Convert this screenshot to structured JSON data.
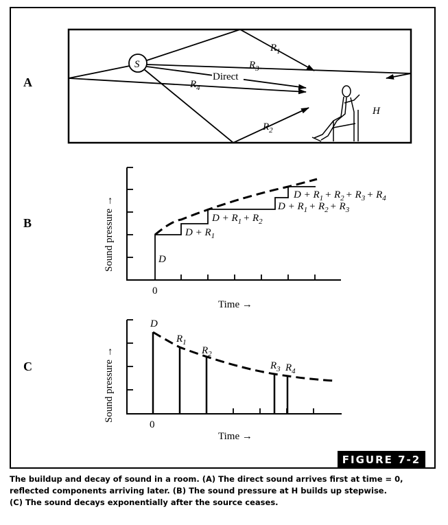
{
  "figure": {
    "badge": "FIGURE 7-2",
    "caption": {
      "line1": "The buildup and decay of sound in a room. (A) The direct sound arrives first at time = 0,",
      "line2": "reflected components arriving later. (B) The sound pressure at H builds up stepwise.",
      "line3": "(C) The sound decays exponentially after the source ceases."
    }
  },
  "panel_a": {
    "letter": "A",
    "source": "S",
    "listener": "H",
    "direct": "Direct",
    "r1": "R",
    "r1_sub": "1",
    "r2": "R",
    "r2_sub": "2",
    "r3": "R",
    "r3_sub": "3",
    "r4": "R",
    "r4_sub": "4"
  },
  "panel_b": {
    "letter": "B",
    "ylabel": "Sound pressure →",
    "xlabel": "Time →",
    "origin": "0",
    "step0": "D",
    "step1": "D + R",
    "step1_sub": "1",
    "step2_a": "D + R",
    "step2_s1": "1",
    "step2_b": "+ R",
    "step2_s2": "2",
    "step3_a": "D + R",
    "step3_s1": "1",
    "step3_b": "+ R",
    "step3_s2": "2",
    "step3_c": "+ R",
    "step3_s3": "3",
    "step4_a": "D + R",
    "step4_s1": "1",
    "step4_b": "+ R",
    "step4_s2": "2",
    "step4_c": "+ R",
    "step4_s3": "3",
    "step4_d": "+ R",
    "step4_s4": "4"
  },
  "panel_c": {
    "letter": "C",
    "ylabel": "Sound pressure →",
    "xlabel": "Time →",
    "origin": "0",
    "d": "D",
    "r1": "R",
    "r1_sub": "1",
    "r2": "R",
    "r2_sub": "2",
    "r3": "R",
    "r3_sub": "3",
    "r4": "R",
    "r4_sub": "4"
  }
}
